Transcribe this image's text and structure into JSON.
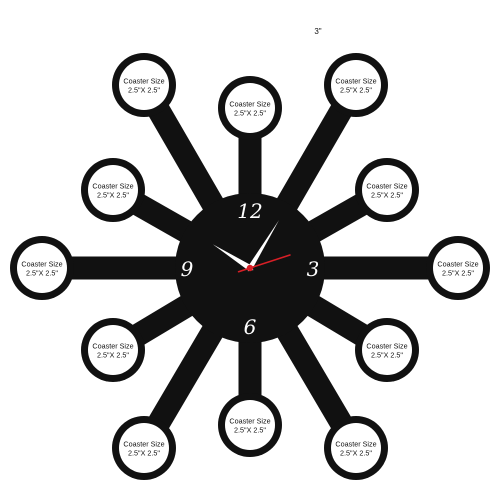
{
  "dimension_label": "3\"",
  "coaster_title": "Coaster Size",
  "coaster_size": "2.5\"X 2.5\"",
  "numerals": [
    "12",
    "3",
    "6",
    "9"
  ],
  "colors": {
    "body": "#111111",
    "coaster_face": "#ffffff",
    "hands": "#ffffff",
    "second_hand": "#d81f26",
    "background": "#ffffff"
  },
  "clock_time": {
    "hour": 10,
    "minute": 5,
    "second": 12
  }
}
